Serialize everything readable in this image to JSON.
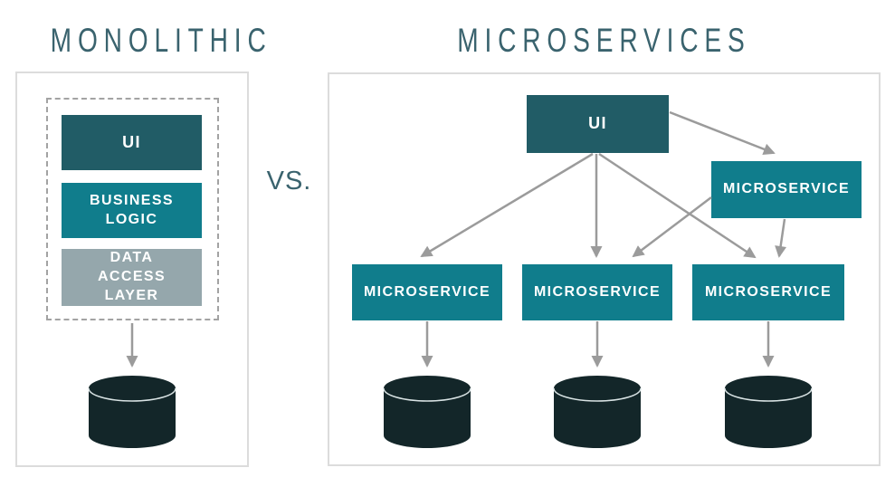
{
  "titles": {
    "monolithic": "MONOLITHIC",
    "microservices": "MICROSERVICES",
    "versus": "VS."
  },
  "monolith": {
    "layers": [
      {
        "label": "UI",
        "color": "#215c66"
      },
      {
        "label": "BUSINESS LOGIC",
        "color": "#107d8c"
      },
      {
        "label": "DATA ACCESS LAYER",
        "color": "#95a7ac"
      }
    ],
    "database_icon": "database-cylinder-icon"
  },
  "micro": {
    "ui_label": "UI",
    "gateway_label": "MICROSERVICE",
    "services": [
      {
        "label": "MICROSERVICE"
      },
      {
        "label": "MICROSERVICE"
      },
      {
        "label": "MICROSERVICE"
      }
    ],
    "database_icon": "database-cylinder-icon"
  },
  "colors": {
    "teal_dark": "#215c66",
    "teal": "#107d8c",
    "gray_teal": "#95a7ac",
    "database": "#132629",
    "arrow": "#9b9b9b",
    "title_text": "#3a636e",
    "panel_border": "#dcdcdc",
    "dashed_border": "#a3a3a3"
  }
}
